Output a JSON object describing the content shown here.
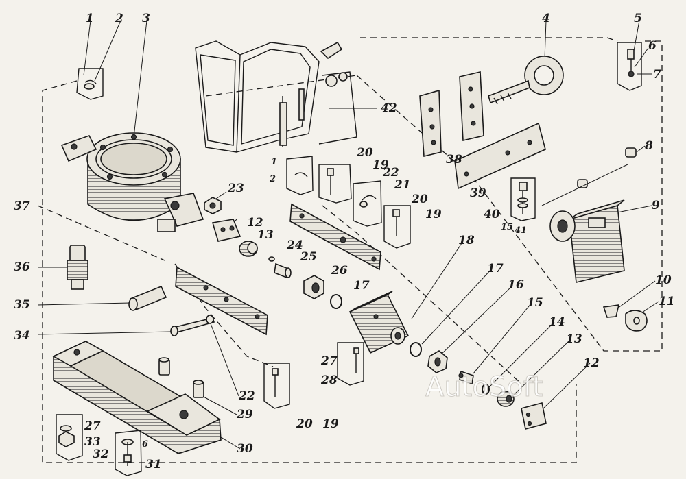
{
  "watermark": "AutoSoft",
  "labels": {
    "l1": "1",
    "l2": "2",
    "l3": "3",
    "l4": "4",
    "l5": "5",
    "l6": "6",
    "l7": "7",
    "l8": "8",
    "l9": "9",
    "l10": "10",
    "l11": "11",
    "l12a": "12",
    "l12b": "12",
    "l13a": "13",
    "l13b": "13",
    "l14": "14",
    "l15a": "15",
    "l15b": "15",
    "l16": "16",
    "l17a": "17",
    "l17b": "17",
    "l18": "18",
    "l19a": "19",
    "l19b": "19",
    "l19c": "19",
    "l20a": "20",
    "l20b": "20",
    "l20c": "20",
    "l21": "21",
    "l22a": "22",
    "l22b": "22",
    "l23": "23",
    "l24": "24",
    "l25": "25",
    "l26": "26",
    "l27a": "27",
    "l27b": "27",
    "l28": "28",
    "l29": "29",
    "l30": "30",
    "l31": "31",
    "l32": "32",
    "l33": "33",
    "l34": "34",
    "l35": "35",
    "l36": "36",
    "l37": "37",
    "l38": "38",
    "l39": "39",
    "l40": "40",
    "l41": "41",
    "l42": "42",
    "l1b": "1",
    "l2b": "2",
    "l6b": "6"
  }
}
